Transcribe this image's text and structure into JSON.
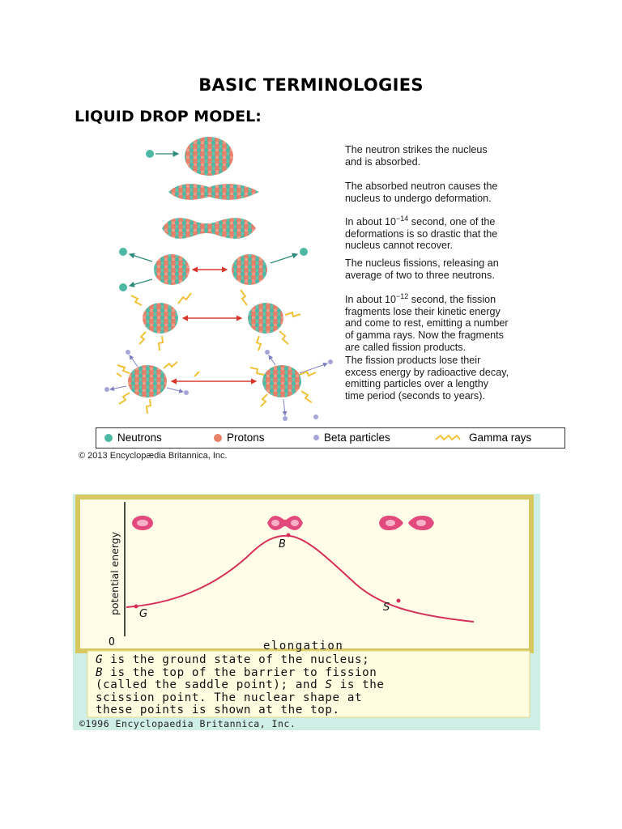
{
  "heading": "BASIC TERMINOLOGIES",
  "section": "LIQUID DROP MODEL:",
  "fission_figure": {
    "steps": [
      {
        "line1": "The neutron strikes the nucleus",
        "line2": "and is absorbed."
      },
      {
        "line1": "The absorbed neutron causes the",
        "line2": "nucleus to undergo deformation."
      },
      {
        "pre": "In about 10",
        "exp": "−14",
        "post": " second, one of the",
        "line2": "deformations is so drastic that the",
        "line3": "nucleus cannot recover."
      },
      {
        "line1": "The nucleus fissions, releasing an",
        "line2": "average of two to three neutrons."
      },
      {
        "pre": "In about 10",
        "exp": "−12",
        "post": " second, the fission",
        "line2": "fragments lose their kinetic energy",
        "line3": "and come to rest, emitting a number",
        "line4": "of gamma rays. Now the fragments",
        "line5": "are called fission products."
      },
      {
        "line1": "The fission products lose their",
        "line2": "excess energy by radioactive decay,",
        "line3": "emitting particles over a lengthy",
        "line4": "time period (seconds to years)."
      }
    ],
    "legend": {
      "neutrons": "Neutrons",
      "protons": "Protons",
      "beta": "Beta particles",
      "gamma": "Gamma rays"
    },
    "colors": {
      "neutron": "#4fb8a4",
      "proton": "#e8806a",
      "beta": "#a5a5d8",
      "gamma": "#f0c23a",
      "arrow": "#d9352b"
    },
    "copyright": "© 2013 Encyclopædia Britannica, Inc."
  },
  "energy_figure": {
    "ylabel": "potential energy",
    "xlabel": "elongation",
    "origin": "O",
    "points": {
      "g": "G",
      "b": "B",
      "s": "S"
    },
    "caption": [
      {
        "label": "G",
        "text": " is the ground state of the nucleus;"
      },
      {
        "label": "B",
        "text": " is the top of the barrier to fission"
      },
      {
        "label": "",
        "text": "(called the saddle point); and "
      },
      {
        "label": "",
        "text": "scission point. The nuclear shape at"
      },
      {
        "label": "",
        "text": "these points is shown at the top."
      }
    ],
    "caption_s": "S",
    "caption_s_tail": " is the",
    "copyright": "©1996 Encyclopaedia Britannica, Inc.",
    "colors": {
      "background": "#cfeee6",
      "plot": "#fffde8",
      "curve": "#d5305a",
      "frame": "#d7c860"
    }
  }
}
